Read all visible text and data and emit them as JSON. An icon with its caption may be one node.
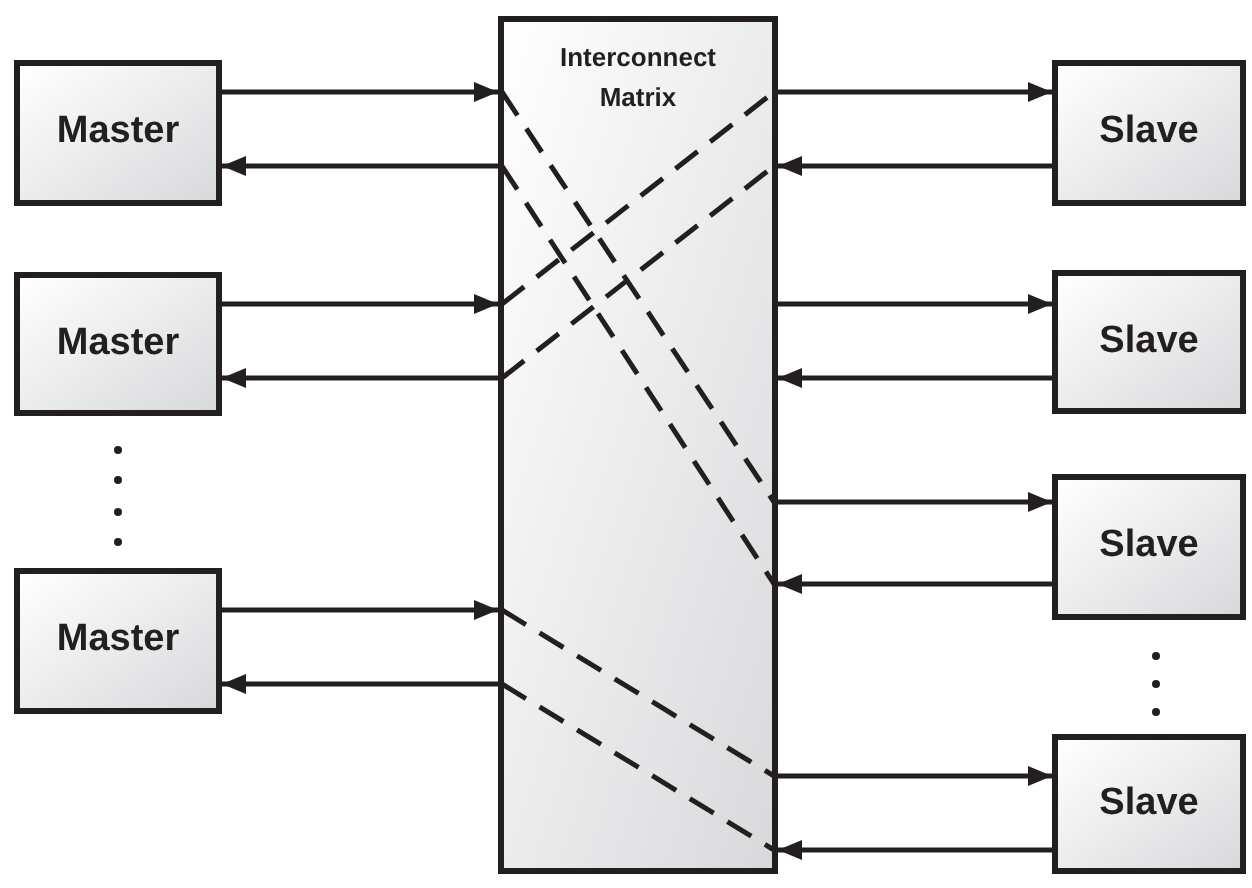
{
  "diagram": {
    "nodes": [
      {
        "text": [
          "Master"
        ]
      },
      {
        "text": [
          "Master"
        ]
      },
      {
        "text": [
          "Master"
        ]
      },
      {
        "text": [
          "Interconnect Matrix"
        ]
      },
      {
        "text": [
          "Slave"
        ]
      },
      {
        "text": [
          "Slave"
        ]
      },
      {
        "text": [
          "Slave"
        ]
      },
      {
        "text": [
          "Slave"
        ]
      }
    ],
    "edges": [
      {
        "from": 0,
        "to": 3,
        "arrow": "to"
      },
      {
        "from": 3,
        "to": 0,
        "arrow": "to"
      },
      {
        "from": 1,
        "to": 3,
        "arrow": "to"
      },
      {
        "from": 3,
        "to": 1,
        "arrow": "to"
      },
      {
        "from": 2,
        "to": 3,
        "arrow": "to"
      },
      {
        "from": 3,
        "to": 2,
        "arrow": "to"
      },
      {
        "from": 3,
        "to": 4,
        "arrow": "to"
      },
      {
        "from": 4,
        "to": 3,
        "arrow": "to"
      },
      {
        "from": 3,
        "to": 5,
        "arrow": "to"
      },
      {
        "from": 5,
        "to": 3,
        "arrow": "to"
      },
      {
        "from": 3,
        "to": 6,
        "arrow": "to"
      },
      {
        "from": 6,
        "to": 3,
        "arrow": "to"
      },
      {
        "from": 3,
        "to": 7,
        "arrow": "to"
      },
      {
        "from": 7,
        "to": 3,
        "arrow": "to"
      }
    ]
  }
}
